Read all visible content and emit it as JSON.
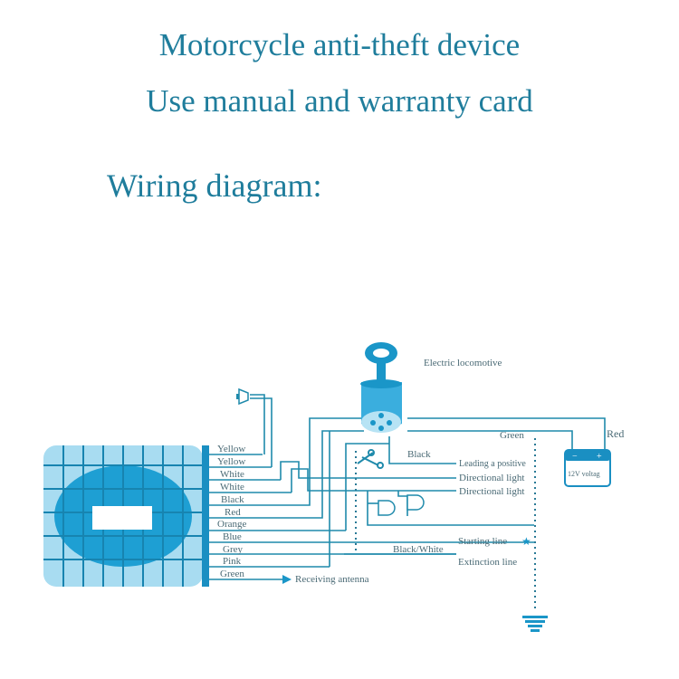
{
  "header": {
    "title_line1": "Motorcycle anti-theft device",
    "title_line2": "Use manual and warranty card",
    "section_heading": "Wiring diagram:"
  },
  "colors": {
    "text": "#1f7d9c",
    "wire": "#1f8aab",
    "unit_light": "#9fd8ef",
    "unit_dark": "#1a9fd4",
    "label": "#4a6a75"
  },
  "diagram": {
    "unit_wire_labels": [
      "Yellow",
      "Yellow",
      "White",
      "White",
      "Black",
      "Red",
      "Orange",
      "Blue",
      "Grey",
      "Pink",
      "Green"
    ],
    "ignition_label": "Electric locomotive",
    "right_labels": {
      "green": "Green",
      "red": "Red",
      "black": "Black",
      "leading_positive": "Leading a positive",
      "directional_light_1": "Directional light",
      "directional_light_2": "Directional light",
      "starting_line": "Starting line",
      "black_white": "Black/White",
      "extinction_line": "Extinction line",
      "receiving_antenna": "Receiving antenna"
    },
    "battery": {
      "label": "12V voltag",
      "neg": "−",
      "pos": "+"
    }
  }
}
